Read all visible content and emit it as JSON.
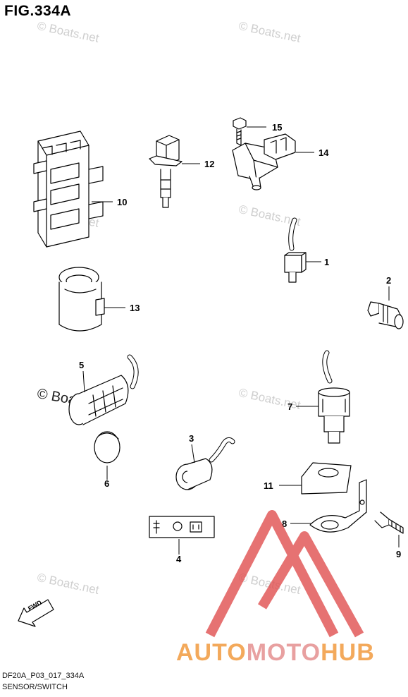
{
  "figure": {
    "title": "FIG.334A",
    "code": "DF20A_P03_017_334A",
    "name": "SENSOR/SWITCH"
  },
  "watermark": {
    "text": "© Boats.net",
    "overlay_text": "© Boats.net"
  },
  "logo": {
    "part1": "AUTO",
    "part2": "MOTO",
    "part3": "HUB",
    "triangle_color": "#e05050"
  },
  "direction_label": "FWD",
  "callouts": [
    {
      "id": "15",
      "label": "15"
    },
    {
      "id": "14",
      "label": "14"
    },
    {
      "id": "12",
      "label": "12"
    },
    {
      "id": "10",
      "label": "10"
    },
    {
      "id": "1",
      "label": "1"
    },
    {
      "id": "2",
      "label": "2"
    },
    {
      "id": "13",
      "label": "13"
    },
    {
      "id": "5",
      "label": "5"
    },
    {
      "id": "7",
      "label": "7"
    },
    {
      "id": "3",
      "label": "3"
    },
    {
      "id": "6",
      "label": "6"
    },
    {
      "id": "11",
      "label": "11"
    },
    {
      "id": "8",
      "label": "8"
    },
    {
      "id": "9",
      "label": "9"
    },
    {
      "id": "4",
      "label": "4"
    }
  ]
}
